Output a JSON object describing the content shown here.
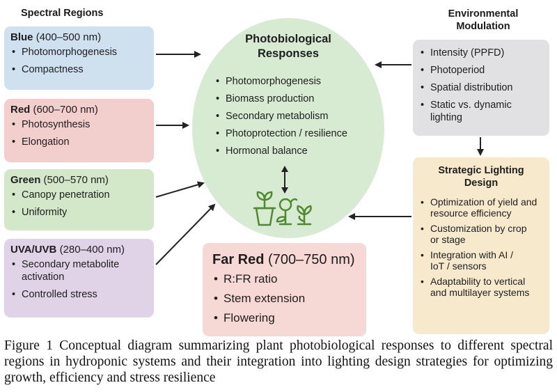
{
  "spectral_heading": "Spectral Regions",
  "env_heading": "Environmental Modulation",
  "blue": {
    "name": "Blue",
    "range": "(400–500 nm)",
    "items": [
      "Photomorphogenesis",
      "Compactness"
    ]
  },
  "red": {
    "name": "Red",
    "range": "(600–700 nm)",
    "items": [
      "Photosynthesis",
      "Elongation"
    ]
  },
  "green": {
    "name": "Green",
    "range": "(500–570 nm)",
    "items": [
      "Canopy penetration",
      "Uniformity"
    ]
  },
  "uv": {
    "name": "UVA/UVB",
    "range": "(280–400 nm)",
    "items": [
      "Secondary metabolite activation",
      "Controlled stress"
    ]
  },
  "center": {
    "title": "Photobiological Responses",
    "items": [
      "Photomorphogenesis",
      "Biomass production",
      "Secondary metabolism",
      "Photoprotection / resilience",
      "Hormonal balance"
    ]
  },
  "env": {
    "items": [
      "Intensity (PPFD)",
      "Photoperiod",
      "Spatial distribution",
      "Static vs. dynamic lighting"
    ]
  },
  "strategy": {
    "title": "Strategic Lighting Design",
    "items": [
      "Optimization of yield and resource efficiency",
      "Customization by crop or stage",
      "Integration with AI / IoT / sensors",
      "Adaptability to vertical and multilayer systems"
    ]
  },
  "farred": {
    "name": "Far Red",
    "range": "(700–750 nm)",
    "items": [
      "R:FR ratio",
      "Stem extension",
      "Flowering"
    ]
  },
  "caption": "Figure 1 Conceptual diagram summarizing plant photobiological responses to different spectral regions in hydroponic systems and their integration into lighting design strategies for optimizing growth, efficiency and stress resilience",
  "colors": {
    "blue": "#cfe0ef",
    "red": "#f2cfcd",
    "green": "#d3e8c9",
    "uv": "#e0d3e8",
    "center": "#d7ebd3",
    "env": "#e1e1e3",
    "strategy": "#f7e9cc",
    "farred": "#f6d8d4",
    "plant_icon": "#4f8a2e"
  },
  "icons": [
    "plant-pot-icon",
    "plant-sprout-icon",
    "seedling-icon"
  ]
}
